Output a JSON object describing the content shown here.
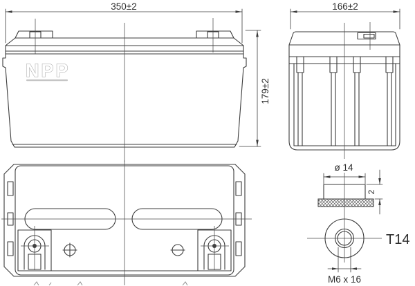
{
  "colors": {
    "background": "#ffffff",
    "line": "#3b3b3b",
    "text": "#2e2e2e",
    "logo_outline": "#9e9e9e"
  },
  "front_view": {
    "width_dim": "350±2",
    "height_dim": "179±2",
    "logo_text": "NPP"
  },
  "side_view": {
    "depth_dim": "166±2"
  },
  "terminal_detail": {
    "diameter_dim": "ø 14",
    "protrusion_dim": "2",
    "thread_dim": "M6 x 16",
    "terminal_type": "T14"
  }
}
